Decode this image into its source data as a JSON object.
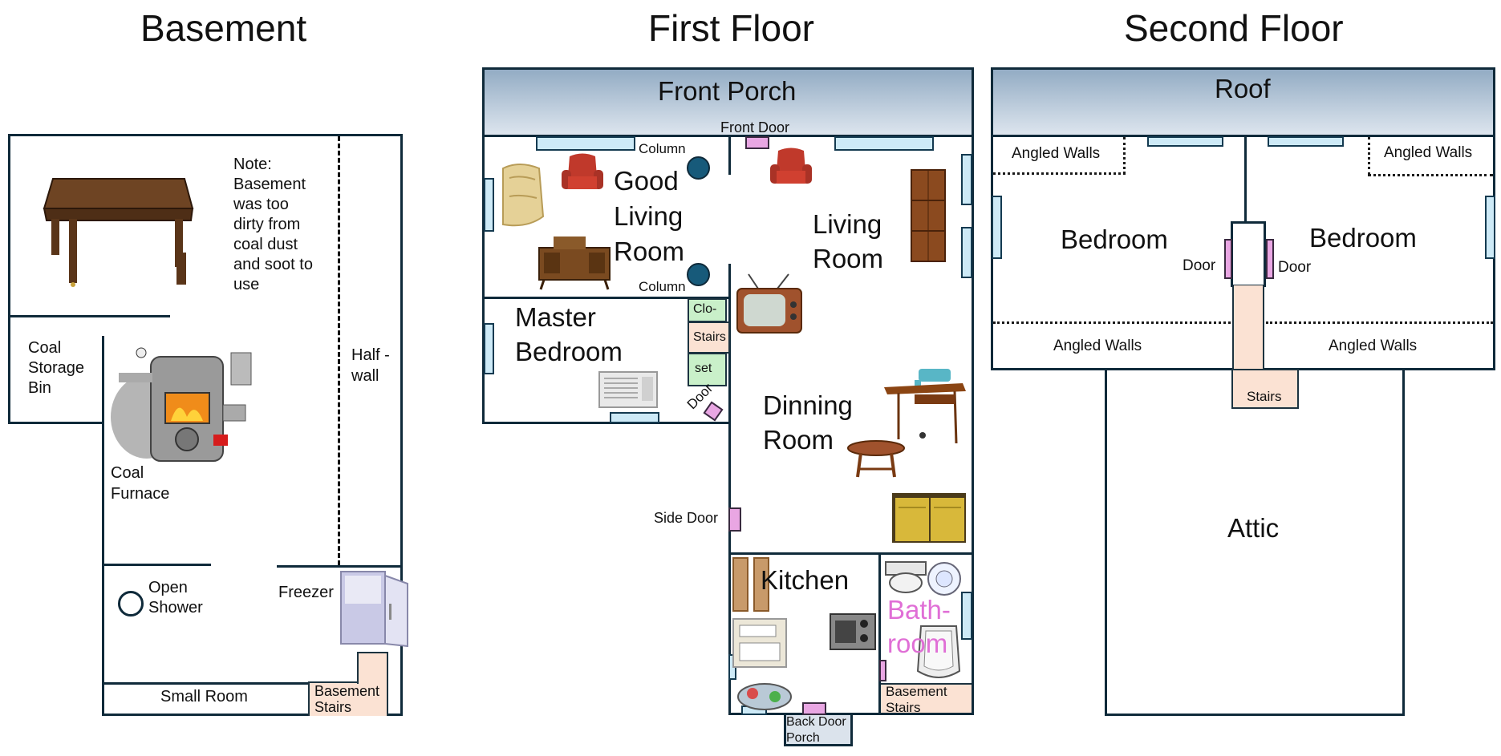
{
  "titles": {
    "basement": "Basement",
    "first_floor": "First Floor",
    "second_floor": "Second Floor"
  },
  "basement": {
    "note": "Note:\nBasement\nwas too\ndirty from\ncoal dust\nand soot to\nuse",
    "coal_bin": "Coal\nStorage\nBin",
    "furnace": "Coal\nFurnace",
    "half_wall": "Half -\nwall",
    "shower": "Open\nShower",
    "freezer": "Freezer",
    "small_room": "Small Room",
    "stairs": "Basement\nStairs"
  },
  "first_floor": {
    "front_porch": "Front Porch",
    "front_door": "Front Door",
    "column_top": "Column",
    "column_bottom": "Column",
    "good_living_room": "Good\nLiving\nRoom",
    "living_room": "Living\nRoom",
    "master_bedroom": "Master\nBedroom",
    "closet_top": "Clo-",
    "closet_stairs": "Stairs",
    "closet_bottom": "set",
    "door": "Door",
    "dinning_room": "Dinning\nRoom",
    "side_door": "Side Door",
    "kitchen": "Kitchen",
    "bathroom": "Bath-\nroom",
    "basement_stairs": "Basement\nStairs",
    "back_door_porch": "Back Door\nPorch"
  },
  "second_floor": {
    "roof": "Roof",
    "angled_walls_tl": "Angled Walls",
    "angled_walls_tr": "Angled Walls",
    "angled_walls_bl": "Angled Walls",
    "angled_walls_br": "Angled Walls",
    "bedroom_left": "Bedroom",
    "bedroom_right": "Bedroom",
    "door_left": "Door",
    "door_right": "Door",
    "stairs": "Stairs",
    "attic": "Attic"
  },
  "colors": {
    "wall": "#0f2a3a",
    "window": "#cdeaf7",
    "door": "#e9a6e3",
    "stairs": "#fbe2d3",
    "closet": "#c9f0c9",
    "bathroom_text": "#e06fd6",
    "roof_gradient_top": "#93acc4",
    "roof_gradient_bottom": "#dde5ee"
  },
  "icons": [
    "table-icon",
    "coal-furnace-icon",
    "freezer-icon",
    "sofa-icon",
    "armchair-icon",
    "console-stereo-icon",
    "window-ac-icon",
    "tv-icon",
    "dresser-icon",
    "sewing-machine-icon",
    "oval-table-icon",
    "washer-dryer-icon",
    "stove-icon",
    "cabinets-icon",
    "sink-icon",
    "toilet-icon",
    "bathtub-icon",
    "dish-rack-icon"
  ]
}
